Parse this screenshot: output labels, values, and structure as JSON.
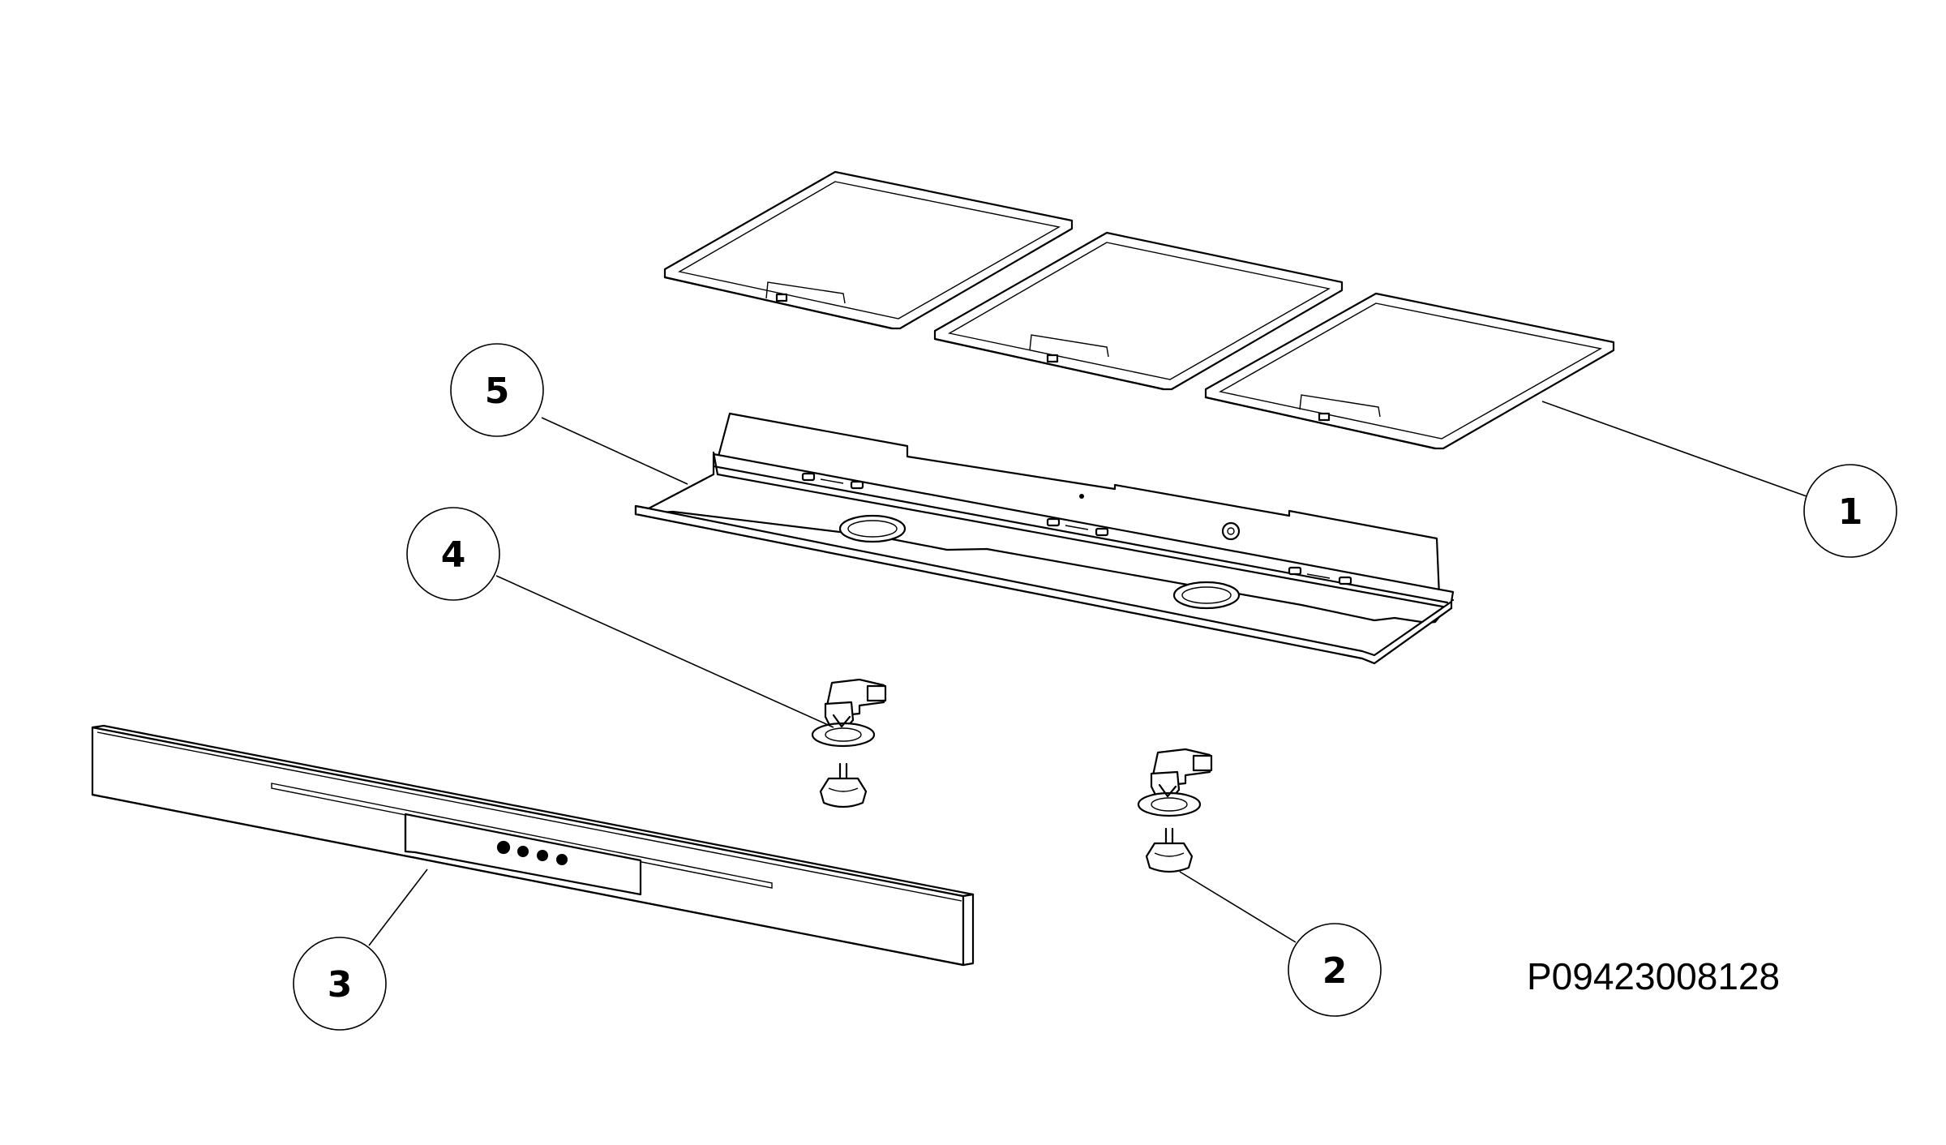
{
  "callouts": [
    {
      "id": "filter-panels",
      "number": "1"
    },
    {
      "id": "lamp-bulb",
      "number": "2"
    },
    {
      "id": "control-panel",
      "number": "3"
    },
    {
      "id": "lamp-holder",
      "number": "4"
    },
    {
      "id": "support-frame",
      "number": "5"
    }
  ],
  "drawing_code": "P09423008128",
  "colors": {
    "line": "#000000",
    "background": "#ffffff"
  }
}
